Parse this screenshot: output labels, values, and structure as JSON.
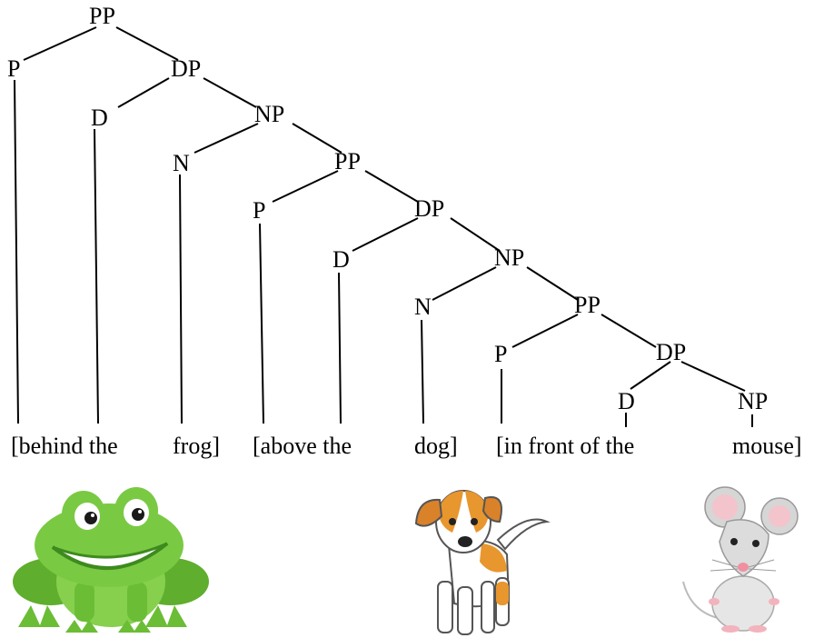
{
  "tree": {
    "nodes": {
      "pp1": "PP",
      "p1": "P",
      "dp1": "DP",
      "d1": "D",
      "np1": "NP",
      "n1": "N",
      "pp2": "PP",
      "p2": "P",
      "dp2": "DP",
      "d2": "D",
      "np2": "NP",
      "n2": "N",
      "pp3": "PP",
      "p3": "P",
      "dp3": "DP",
      "d3": "D",
      "np3": "NP"
    },
    "words": {
      "w1": "[behind the",
      "w2": "frog]",
      "w3": "[above the",
      "w4": "dog]",
      "w5": "[in front of the",
      "w6": "mouse]"
    }
  },
  "pictures": {
    "frog": "frog",
    "dog": "dog",
    "mouse": "mouse"
  },
  "colors": {
    "frog_green": "#7ac943",
    "dog_orange": "#e8962e",
    "mouse_gray": "#d6d6d6"
  }
}
